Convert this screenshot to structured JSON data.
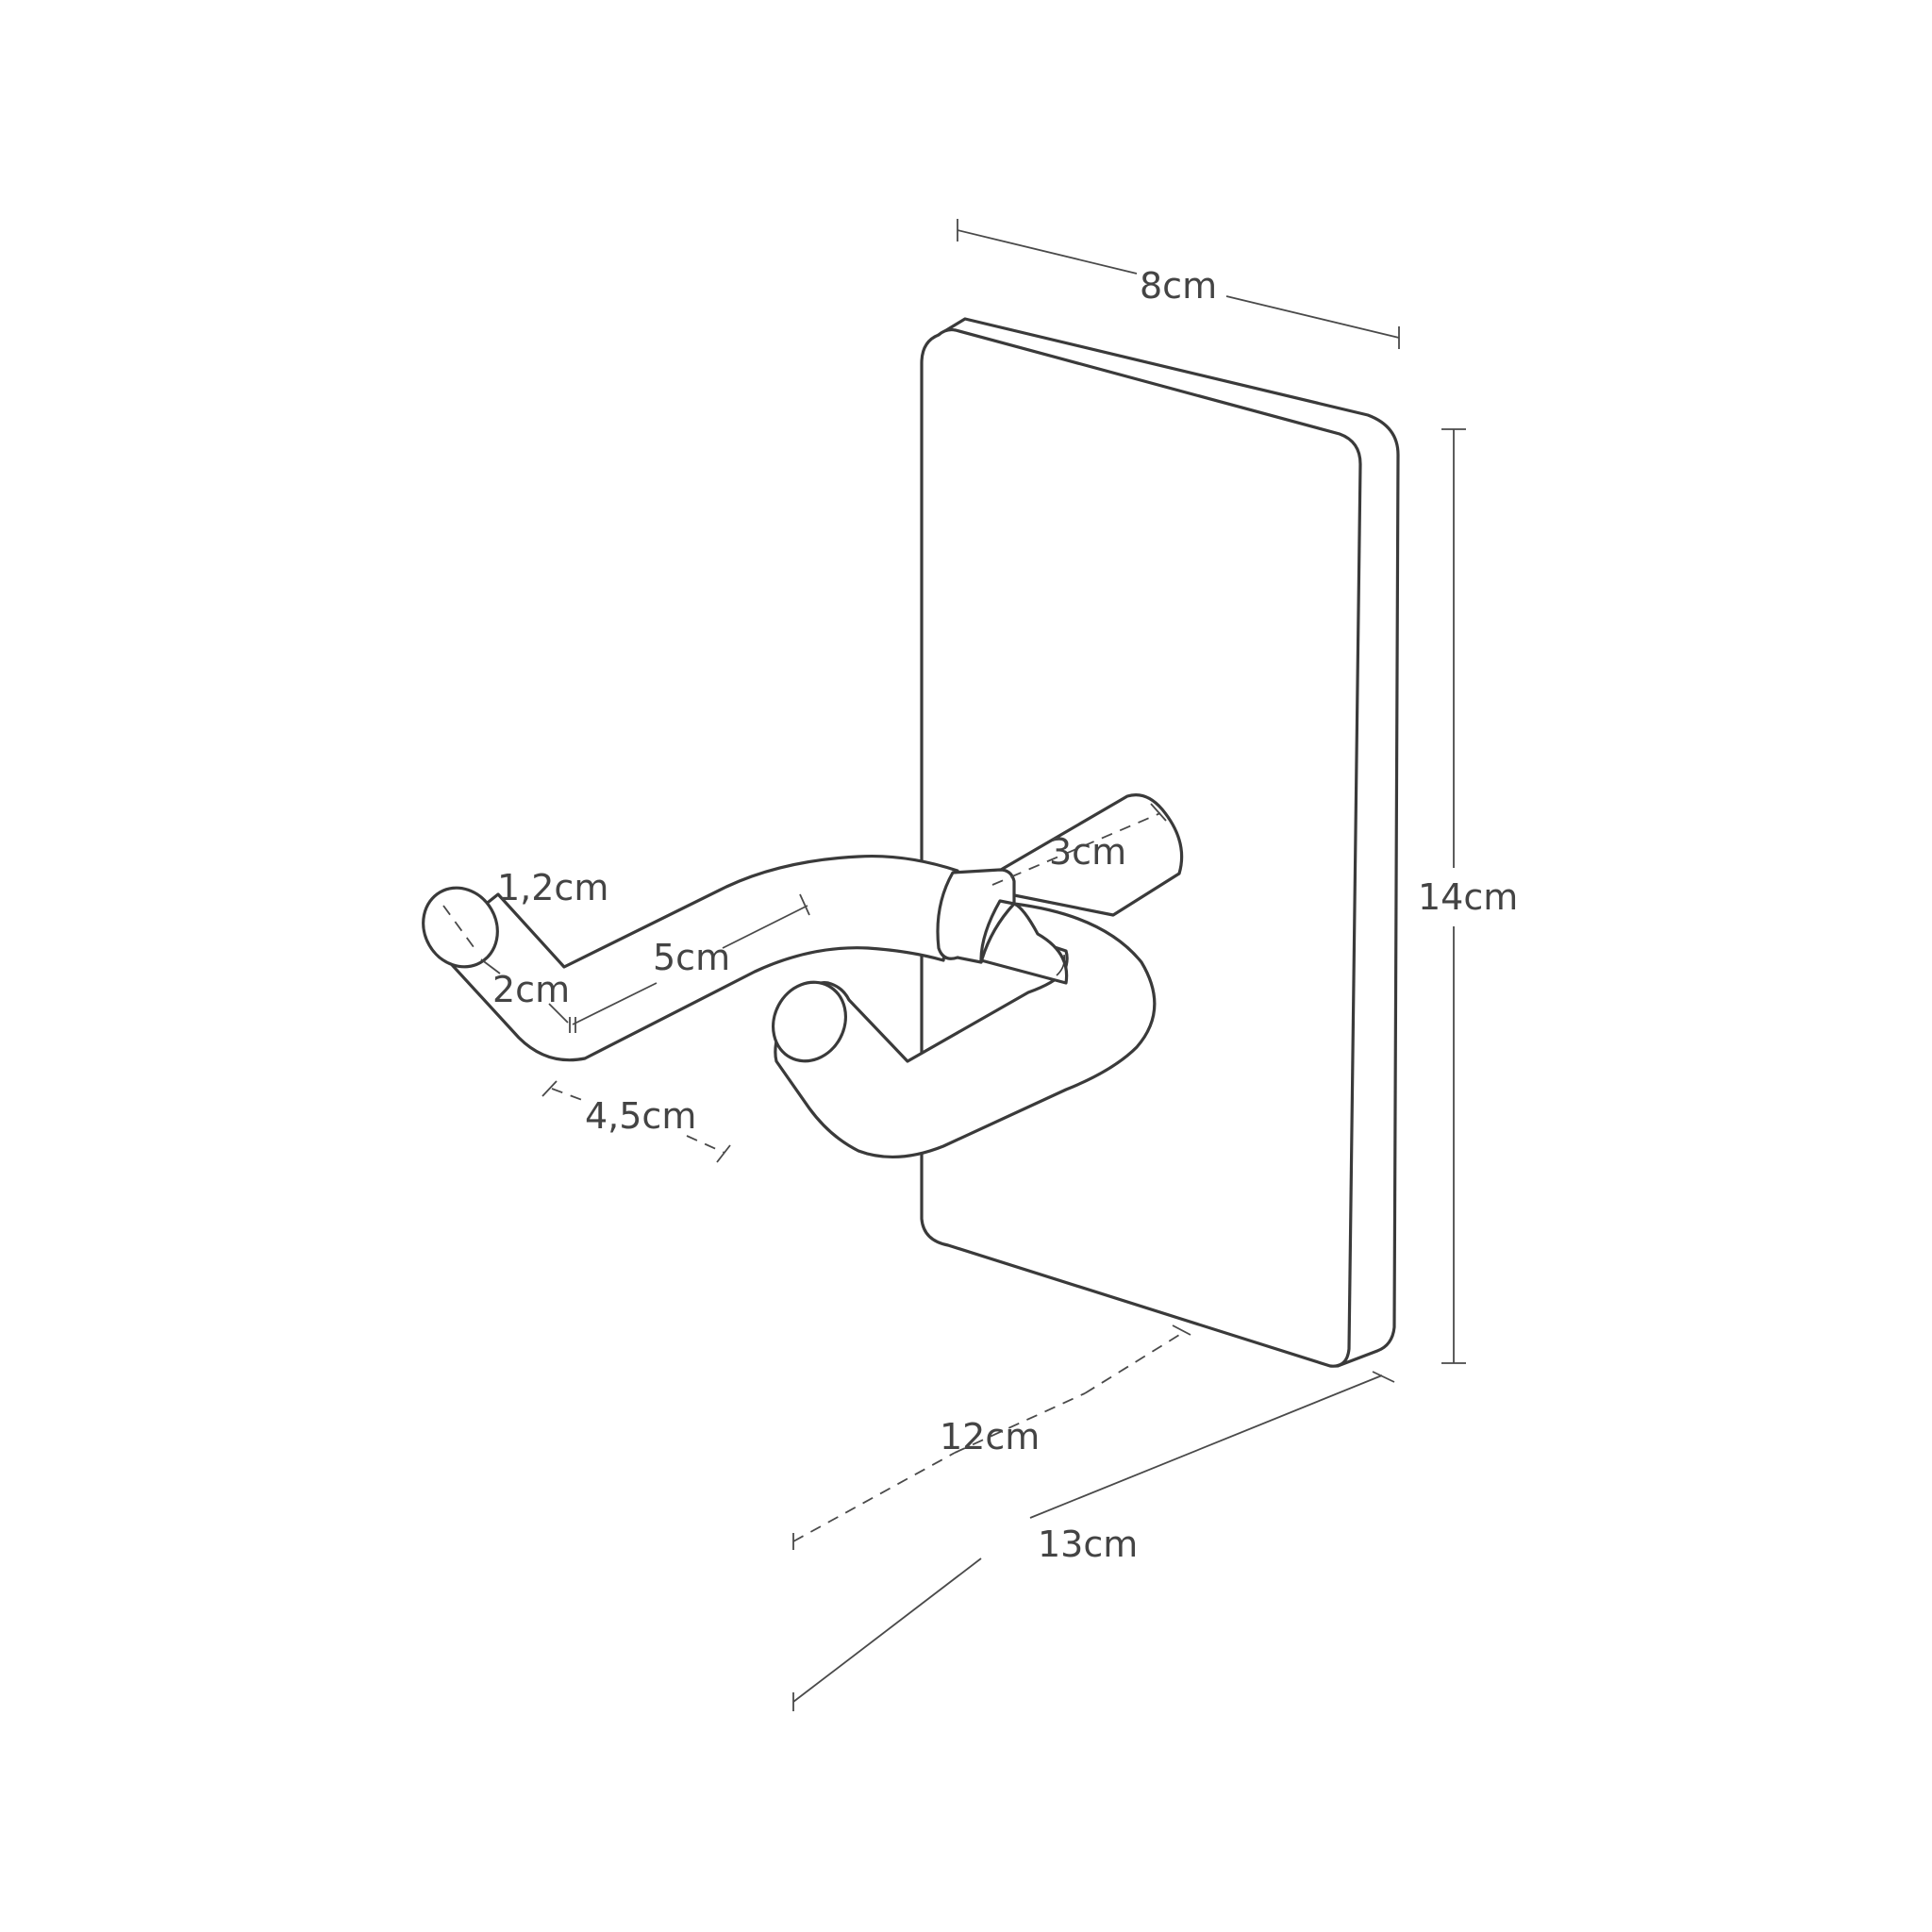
{
  "diagram": {
    "subject": "wall-mounted hook with rectangular back plate",
    "colors": {
      "line": "#3a3a3a",
      "text": "#444444",
      "background": "#ffffff"
    },
    "dimensions": {
      "plate_width": "8cm",
      "plate_height": "14cm",
      "tip_diameter": "1,2cm",
      "tip_length": "2cm",
      "arm_length": "5cm",
      "arm_offset": "4,5cm",
      "collar_length": "3cm",
      "depth_inner": "12cm",
      "depth_total": "13cm"
    }
  }
}
